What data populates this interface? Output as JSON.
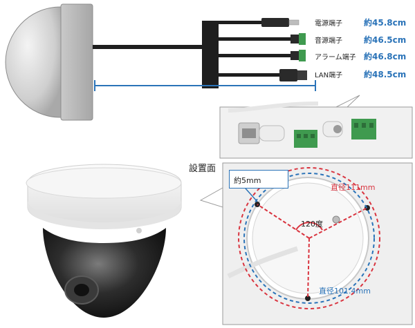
{
  "connectors": [
    {
      "name": "電源端子",
      "length": "約45.8cm"
    },
    {
      "name": "音源端子",
      "length": "約46.5cm"
    },
    {
      "name": "アラーム端子",
      "length": "約46.8cm"
    },
    {
      "name": "LAN端子",
      "length": "約48.5cm"
    }
  ],
  "install_surface": {
    "title": "設置面",
    "gap": "約5mm",
    "angle": "120度",
    "outer_diameter": "直径111mm",
    "inner_diameter": "直径101.4mm"
  },
  "colors": {
    "accent_blue": "#2a73b8",
    "dimension_red": "#d9343f",
    "connector_green": "#3f9a4f"
  }
}
